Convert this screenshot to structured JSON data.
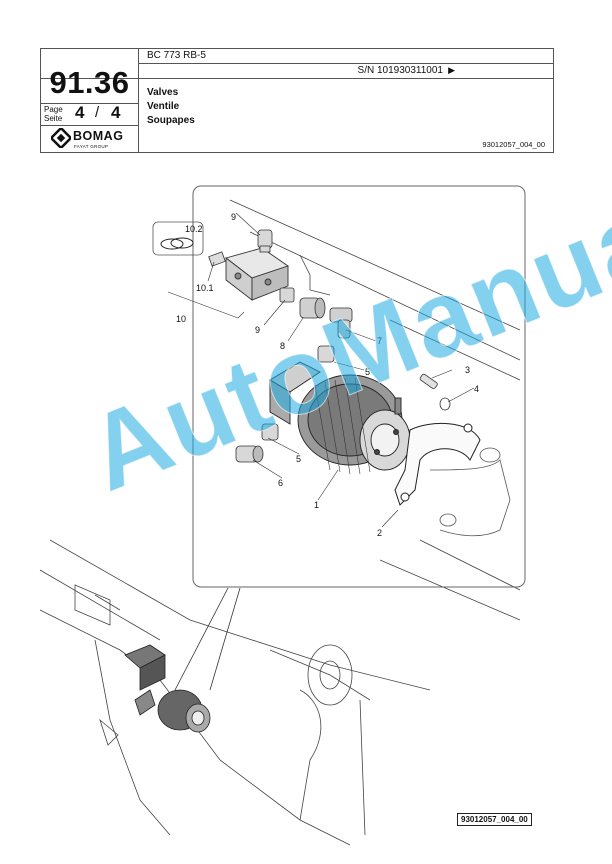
{
  "header": {
    "model": "BC 773 RB-5",
    "serial_label": "S/N 101930311001",
    "serial_arrow": "▶",
    "section_number": "91.36",
    "page_label_en": "Page",
    "page_label_de": "Seite",
    "page_current": "4",
    "page_sep": "/",
    "page_total": "4",
    "title_en": "Valves",
    "title_de": "Ventile",
    "title_fr": "Soupapes",
    "reference": "93012057_004_00"
  },
  "logo": {
    "brand": "BOMAG",
    "group": "FAYAT GROUP"
  },
  "callouts": [
    "10.2",
    "9",
    "10.1",
    "10",
    "9",
    "8",
    "7",
    "5",
    "3",
    "4",
    "5",
    "6",
    "1",
    "2"
  ],
  "watermark": "AutoManual",
  "footer": {
    "drawing_id": "93012057_004_00"
  }
}
